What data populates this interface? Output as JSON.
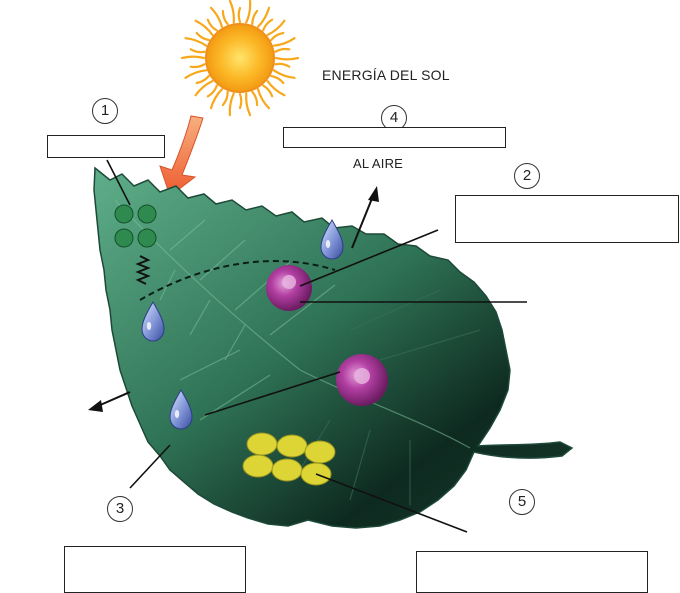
{
  "title_text": "ENERGÍA DEL SOL",
  "air_text": "AL AIRE",
  "numbers": [
    "1",
    "2",
    "3",
    "4",
    "5"
  ],
  "colors": {
    "leaf_light": "#4f9a7a",
    "leaf_dark": "#0f3326",
    "sun": "#f7a81b",
    "arrow": "#f06b3a",
    "drop": "#6f83c6",
    "stoma": "#b23fa2",
    "chloroplast": "#2e8a4f",
    "glucose": "#d8d12a"
  },
  "icons": [
    "sun-icon",
    "energy-arrow-icon",
    "water-drop-icon"
  ]
}
